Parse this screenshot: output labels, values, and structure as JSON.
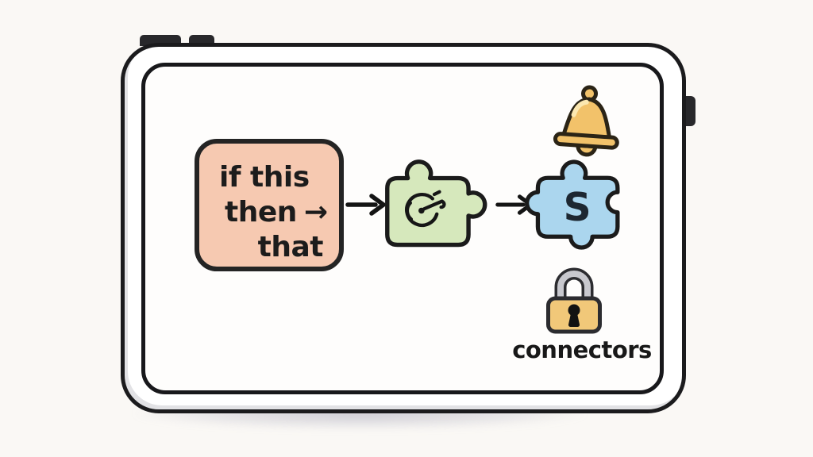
{
  "scene": {
    "device": "tablet-illustration",
    "background_color": "#faf8f5"
  },
  "trigger_box": {
    "line1": "if this",
    "line2": "then",
    "line2_arrow": "→",
    "line3": "that",
    "fill_color": "#f6c9b1"
  },
  "trigger_puzzle": {
    "icon": "gauge-doodle-icon",
    "fill_color": "#d6e8bc"
  },
  "action_puzzle": {
    "letter": "S",
    "fill_color": "#abd6ee"
  },
  "icons": {
    "bell": "bell-icon",
    "lock": "lock-icon",
    "flow_arrow": "right-arrow-icon"
  },
  "labels": {
    "connectors": "connectors"
  },
  "colors": {
    "outline": "#1b1b1d",
    "bell_fill": "#f2c26a",
    "lock_body": "#f1c879",
    "lock_shackle": "#c8c8ce",
    "text": "#1c1c1c"
  }
}
